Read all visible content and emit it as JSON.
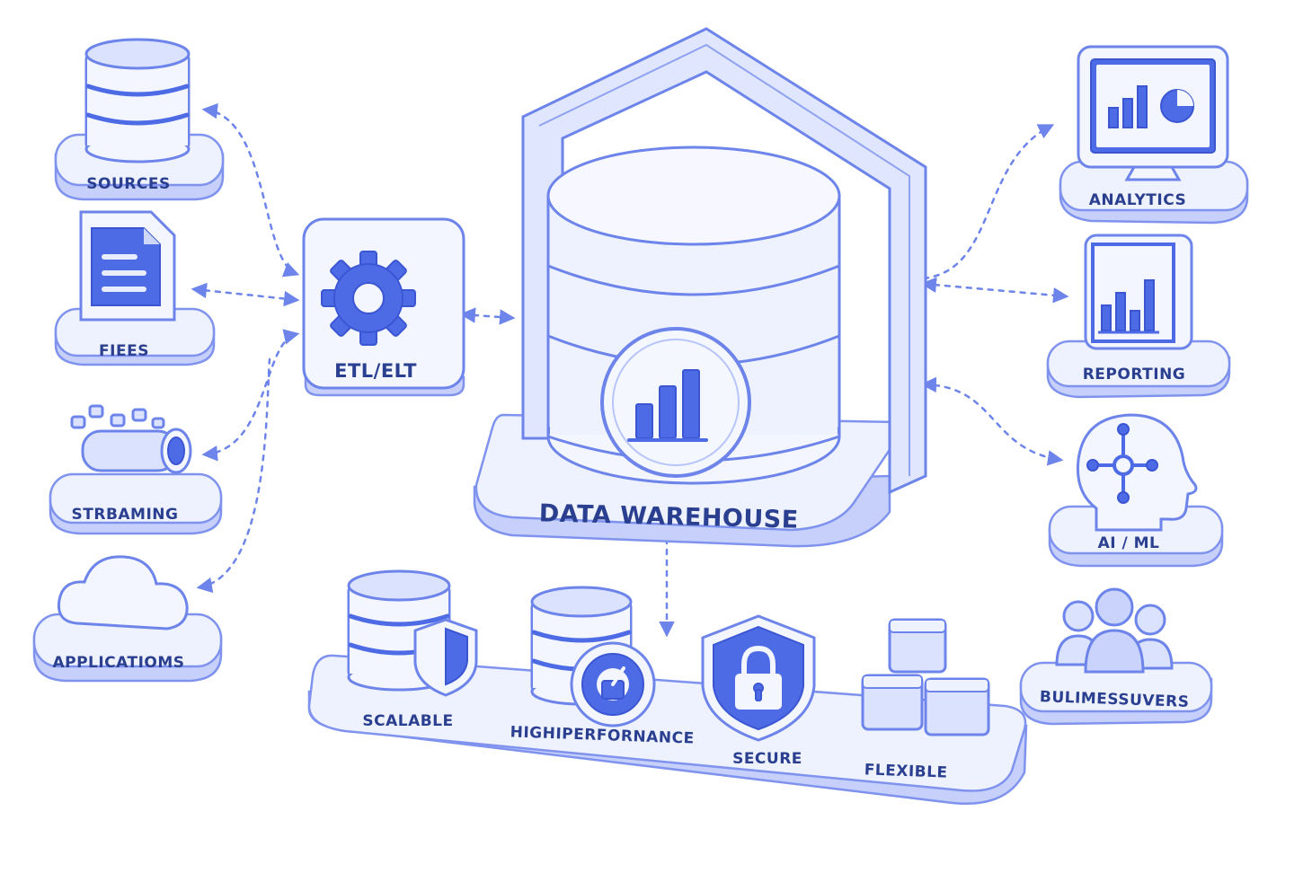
{
  "sources": {
    "sources": "SOURCES",
    "files": "FIEES",
    "streaming": "STRBAMING",
    "applications": "APPLICATIOMS"
  },
  "etl": {
    "label": "ETL/ELT"
  },
  "warehouse": {
    "label": "DATA WAREHOUSE"
  },
  "features": {
    "scalable": "SCALABLE",
    "high_performance": "HIGHIPERFORNANCE",
    "secure": "SECURE",
    "flexible": "FLEXIBLE"
  },
  "consumers": {
    "analytics": "ANALYTICS",
    "reporting": "REPORTING",
    "ai_ml": "AI / ML",
    "business_users": "BULIMESSUVERS"
  },
  "colors": {
    "accent": "#4e6be6",
    "outline": "#6d84ea",
    "surface": "#f3f5ff",
    "text": "#2a3f8f"
  }
}
